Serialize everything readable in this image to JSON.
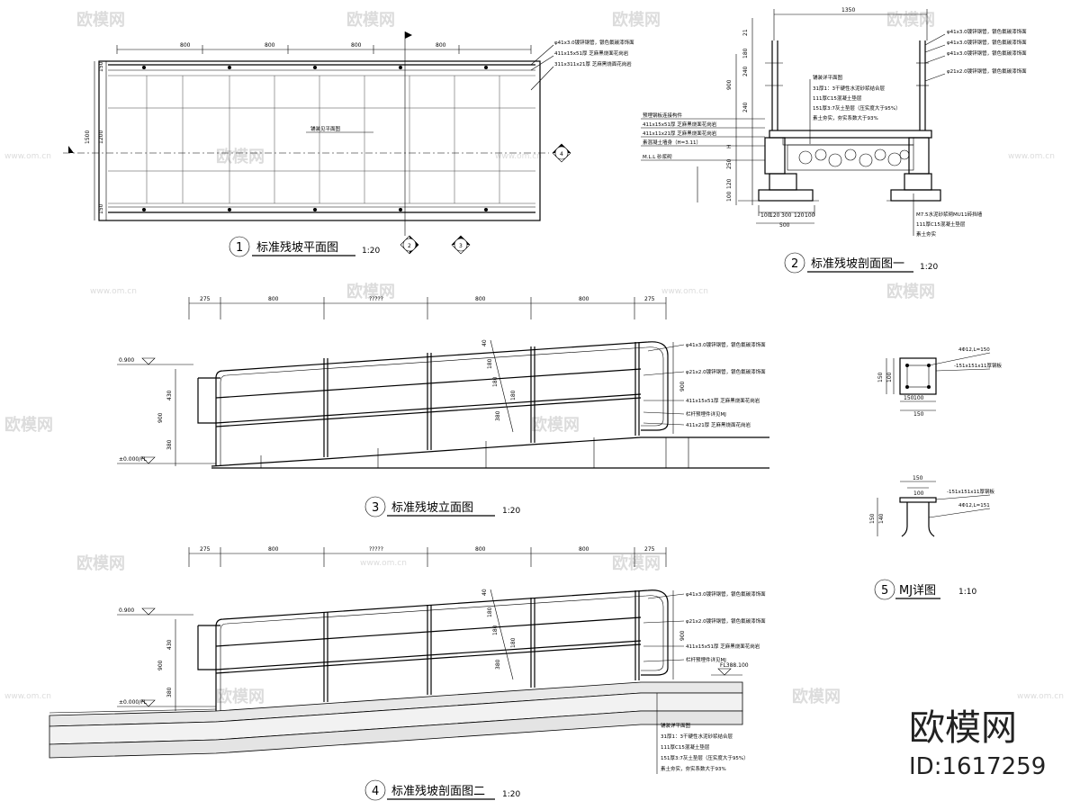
{
  "drawings": [
    {
      "number": "1",
      "title": "标准残坡平面图",
      "scale": "1:20"
    },
    {
      "number": "2",
      "title": "标准残坡剖面图一",
      "scale": "1:20"
    },
    {
      "number": "3",
      "title": "标准残坡立面图",
      "scale": "1:20"
    },
    {
      "number": "4",
      "title": "标准残坡剖面图二",
      "scale": "1:20"
    },
    {
      "number": "5",
      "title": "MJ详图",
      "scale": "1:10"
    }
  ],
  "section_markers": [
    "2",
    "3",
    "4"
  ],
  "plan": {
    "dims_top": [
      "800",
      "800",
      "800",
      "800"
    ],
    "dims_left": [
      "150",
      "1200",
      "150"
    ],
    "dim_total": "1500",
    "center_label": "铺装见平面图",
    "notes": [
      "φ41x3.0镀锌钢管，银色氟碳漆饰面",
      "411x15x51厚 芝麻黑烧面花岗岩",
      "311x311x21厚 芝麻黑烧面花岗岩"
    ]
  },
  "section1": {
    "dim_top": "1350",
    "dims_right": [
      "21",
      "180",
      "240"
    ],
    "dims_left": [
      "900",
      "240",
      "H",
      "250",
      "120",
      "100"
    ],
    "dims_bottom": [
      "100",
      "120",
      "300",
      "120",
      "100"
    ],
    "dim_bottom_total": "500",
    "notes_right": [
      "φ41x3.0镀锌钢管，银色氟碳漆饰面",
      "φ41x3.0镀锌钢管，银色氟碳漆饰面",
      "φ41x3.0镀锌钢管，银色氟碳漆饰面",
      "φ21x2.0镀锌钢管，银色氟碳漆饰面"
    ],
    "notes_center": [
      "铺装详平面图",
      "31厚1：3干硬性水泥砂浆结合层",
      "111厚C15混凝土垫层",
      "151厚3:7灰土垫层（压实度大于95%）",
      "素土夯实，夯实系数大于93%"
    ],
    "notes_left": [
      "预埋钢板连接构件",
      "411x15x51厚 芝麻黑烧面花岗岩",
      "411x11x21厚 芝麻黑烧面花岗岩",
      "素混凝土墙身（H=3.11）",
      "M.L.L 砂浆砌"
    ],
    "notes_bottom": [
      "M7.5水泥砂浆砌MU11砖挡墙",
      "111厚C15混凝土垫层",
      "素土夯实"
    ]
  },
  "elevation": {
    "dims_top": [
      "275",
      "800",
      "?????",
      "800",
      "800",
      "275"
    ],
    "level_top": "0.900",
    "level_base": "±0.000/FL",
    "dims_left": [
      "430",
      "900",
      "380"
    ],
    "dims_incline": [
      "40",
      "180",
      "180",
      "180",
      "380"
    ],
    "dim_right": "900",
    "notes": [
      "φ41x3.0镀锌钢管，银色氟碳漆饰面",
      "φ21x2.0镀锌钢管，银色氟碳漆饰面",
      "411x15x51厚 芝麻黑烧面花岗岩",
      "栏杆预埋件详见MJ",
      "411x21厚 芝麻黑烧面花岗岩"
    ]
  },
  "section2": {
    "dims_top": [
      "275",
      "800",
      "?????",
      "800",
      "800",
      "275"
    ],
    "level_top": "0.900",
    "level_base": "±0.000/FL",
    "level_right": "FL388.100",
    "dims_left": [
      "430",
      "900",
      "380"
    ],
    "dims_incline": [
      "40",
      "180",
      "180",
      "180",
      "380"
    ],
    "dim_right": "900",
    "notes": [
      "φ41x3.0镀锌钢管，银色氟碳漆饰面",
      "φ21x2.0镀锌钢管，银色氟碳漆饰面",
      "411x15x51厚 芝麻黑烧面花岗岩",
      "栏杆预埋件详见MJ"
    ],
    "notes_bottom": [
      "铺装详平面图",
      "31厚1：3干硬性水泥砂浆结合层",
      "111厚C15混凝土垫层",
      "151厚3:7灰土垫层（压实度大于95%）",
      "素土夯实，夯实系数大于93%"
    ]
  },
  "mj": {
    "plan_dims": [
      "150",
      "100",
      "150"
    ],
    "side_dims": [
      "150",
      "100"
    ],
    "plan_notes": [
      "4Φ12,L=150",
      "-151x151x11厚钢板"
    ],
    "sec_dims_top": [
      "150",
      "100"
    ],
    "sec_dims_left": [
      "150",
      "140"
    ],
    "sec_notes": [
      "-151x151x11厚钢板",
      "4Φ12,L=151"
    ]
  },
  "watermark": {
    "text": "欧模网",
    "url": "www.om.cn"
  },
  "brand": {
    "name": "欧模网",
    "id": "ID:1617259"
  }
}
